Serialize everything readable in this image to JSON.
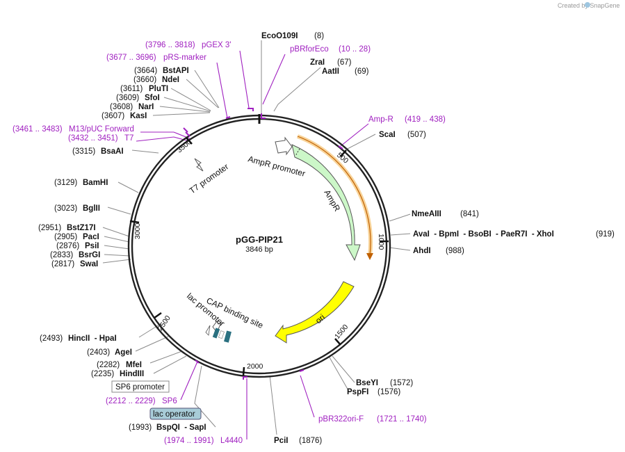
{
  "watermark": "Created by SnapGene",
  "plasmid": {
    "name": "pGG-PIP21",
    "length": "3846 bp",
    "length_bp": 3846
  },
  "ticks": [
    "500",
    "1000",
    "1500",
    "2000",
    "2500",
    "3000",
    "3500"
  ],
  "features": {
    "ampr_promoter": "AmpR promoter",
    "ampr": "AmpR",
    "ori": "ori",
    "t7_promoter": "T7 promoter",
    "cap_site": "CAP binding site",
    "lac_promoter": "lac promoter",
    "sp6_box": "SP6 promoter",
    "lac_operator_box": "lac operator"
  },
  "sites": [
    {
      "name": "EcoO109I",
      "pos": "(8)"
    },
    {
      "name": "ZraI",
      "pos": "(67)"
    },
    {
      "name": "AatII",
      "pos": "(69)"
    },
    {
      "name": "ScaI",
      "pos": "(507)"
    },
    {
      "name": "NmeAIII",
      "pos": "(841)"
    },
    {
      "name": "AvaI  - BpmI  - BsoBI  - PaeR7I  - XhoI",
      "pos": "(919)"
    },
    {
      "name": "AhdI",
      "pos": "(988)"
    },
    {
      "name": "BseYI",
      "pos": "(1572)"
    },
    {
      "name": "PspFI",
      "pos": "(1576)"
    },
    {
      "name": "PciI",
      "pos": "(1876)"
    },
    {
      "name": "BspQI  - SapI",
      "pos": "(1993)"
    },
    {
      "name": "AgeI",
      "pos": "(2403)"
    },
    {
      "name": "MfeI",
      "pos": "(2282)"
    },
    {
      "name": "HindIII",
      "pos": "(2235)"
    },
    {
      "name": "HincII  - HpaI",
      "pos": "(2493)"
    },
    {
      "name": "SwaI",
      "pos": "(2817)"
    },
    {
      "name": "BsrGI",
      "pos": "(2833)"
    },
    {
      "name": "PsiI",
      "pos": "(2876)"
    },
    {
      "name": "PacI",
      "pos": "(2905)"
    },
    {
      "name": "BstZ17I",
      "pos": "(2951)"
    },
    {
      "name": "BglII",
      "pos": "(3023)"
    },
    {
      "name": "BamHI",
      "pos": "(3129)"
    },
    {
      "name": "BsaAI",
      "pos": "(3315)"
    },
    {
      "name": "KasI",
      "pos": "(3607)"
    },
    {
      "name": "NarI",
      "pos": "(3608)"
    },
    {
      "name": "SfoI",
      "pos": "(3609)"
    },
    {
      "name": "PluTI",
      "pos": "(3611)"
    },
    {
      "name": "NdeI",
      "pos": "(3660)"
    },
    {
      "name": "BstAPI",
      "pos": "(3664)"
    }
  ],
  "primers": [
    {
      "name": "pGEX 3'",
      "range": "(3796 .. 3818)"
    },
    {
      "name": "pRS-marker",
      "range": "(3677 .. 3696)"
    },
    {
      "name": "pBRforEco",
      "range": "(10 .. 28)"
    },
    {
      "name": "Amp-R",
      "range": "(419 .. 438)"
    },
    {
      "name": "M13/pUC Forward",
      "range": "(3461 .. 3483)"
    },
    {
      "name": "T7",
      "range": "(3432 .. 3451)"
    },
    {
      "name": "pBR322ori-F",
      "range": "(1721 .. 1740)"
    },
    {
      "name": "SP6",
      "range": "(2212 .. 2229)"
    },
    {
      "name": "L4440",
      "range": "(1974 .. 1991)"
    }
  ],
  "colors": {
    "backbone": "#222222",
    "primer": "#a020c0",
    "ampr_fill": "#ccf7c8",
    "ori_fill": "#ffff00",
    "orange_primer": "#f0a020",
    "lac_operator_fill": "#a8ccd8",
    "cap_teal": "#2a7080"
  }
}
